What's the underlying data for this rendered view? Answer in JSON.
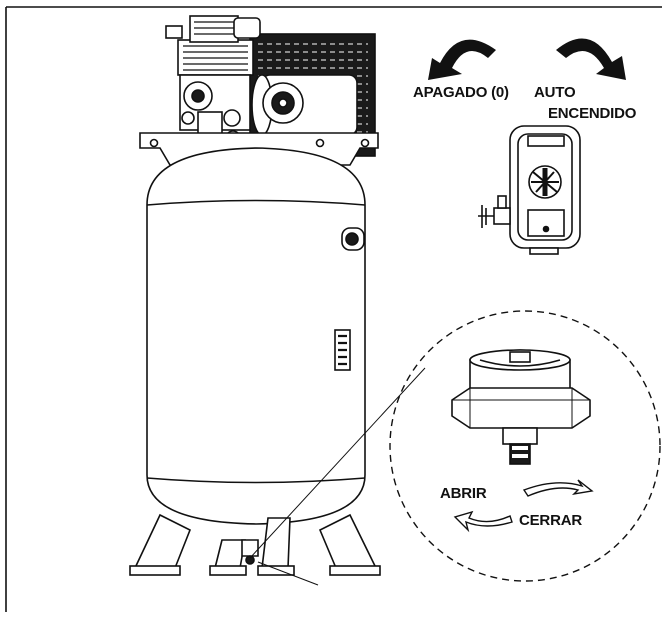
{
  "labels": {
    "off": "APAGADO (0)",
    "auto": "AUTO",
    "on": "ENCENDIDO",
    "open": "ABRIR",
    "close": "CERRAR"
  },
  "colors": {
    "line": "#111111",
    "fill": "#ffffff",
    "dark": "#1a1a1a"
  }
}
